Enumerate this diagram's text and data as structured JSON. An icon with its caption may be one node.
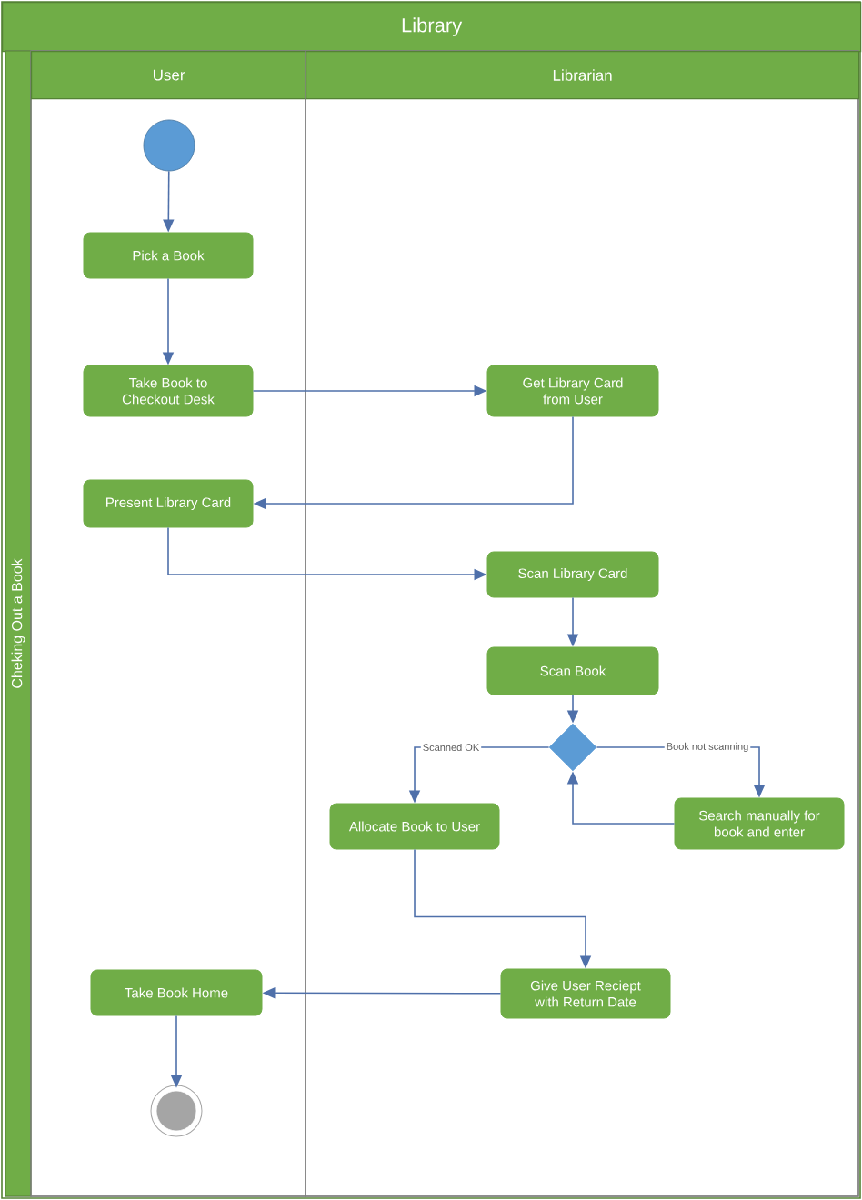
{
  "diagram": {
    "nodes": [
      {
        "text": [
          "Library"
        ]
      },
      {
        "text": [
          "Cheking Out a Book"
        ],
        "in": 0
      },
      {
        "text": [
          "User"
        ],
        "in": 1
      },
      {
        "text": [
          "Librarian"
        ],
        "in": 1
      },
      {
        "text": [],
        "shape": "circle",
        "in": 2
      },
      {
        "text": [
          "Pick a Book"
        ],
        "in": 2
      },
      {
        "text": [
          "Take Book to Checkout Desk"
        ],
        "in": 2
      },
      {
        "text": [
          "Get Library Card from User"
        ],
        "in": 3
      },
      {
        "text": [
          "Present Library Card"
        ],
        "in": 2
      },
      {
        "text": [
          "Scan Library Card"
        ],
        "in": 3
      },
      {
        "text": [
          "Scan Book"
        ],
        "in": 3
      },
      {
        "text": [],
        "shape": "diamond",
        "in": 3
      },
      {
        "text": [
          "Allocate Book to User"
        ],
        "in": 3
      },
      {
        "text": [
          "Search manually for book and enter"
        ],
        "in": 3
      },
      {
        "text": [
          "Give User Reciept with Return Date"
        ],
        "in": 3
      },
      {
        "text": [
          "Take Book Home"
        ],
        "in": 2
      },
      {
        "text": [],
        "shape": "circle",
        "in": 2
      }
    ],
    "edges": [
      {
        "from": 4,
        "to": 5,
        "arrow": "to"
      },
      {
        "from": 5,
        "to": 6,
        "arrow": "to"
      },
      {
        "from": 6,
        "to": 7,
        "arrow": "to"
      },
      {
        "from": 7,
        "to": 8,
        "arrow": "to"
      },
      {
        "from": 8,
        "to": 9,
        "arrow": "to"
      },
      {
        "from": 9,
        "to": 10,
        "arrow": "to"
      },
      {
        "from": 10,
        "to": 11,
        "arrow": "to"
      },
      {
        "from": 11,
        "to": 12,
        "arrow": "to",
        "label": "Scanned OK"
      },
      {
        "from": 11,
        "to": 13,
        "arrow": "to",
        "label": "Book not scanning"
      },
      {
        "from": 13,
        "to": 11,
        "arrow": "to"
      },
      {
        "from": 12,
        "to": 14,
        "arrow": "to"
      },
      {
        "from": 14,
        "to": 15,
        "arrow": "to"
      },
      {
        "from": 15,
        "to": 16,
        "arrow": "to"
      }
    ]
  }
}
